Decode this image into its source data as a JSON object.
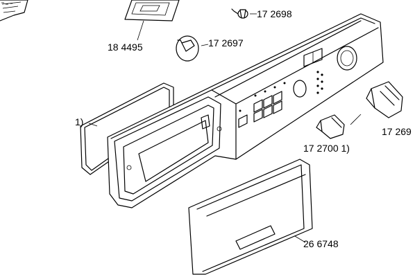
{
  "diagram": {
    "callouts": [
      {
        "id": "c1",
        "text": "17 2698"
      },
      {
        "id": "c2",
        "text": "18 4495"
      },
      {
        "id": "c3",
        "text": "17 2697"
      },
      {
        "id": "c4",
        "text": "1)"
      },
      {
        "id": "c5",
        "text": "17 269"
      },
      {
        "id": "c6",
        "text": "17 2700 1)"
      },
      {
        "id": "c7",
        "text": "26 6748"
      }
    ]
  },
  "colors": {
    "line": "#000000",
    "background": "#ffffff"
  }
}
